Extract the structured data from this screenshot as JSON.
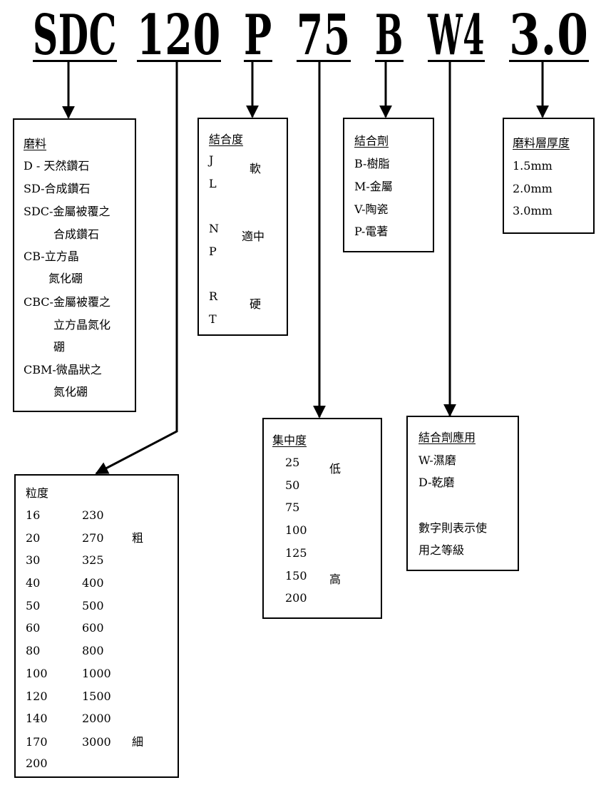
{
  "code_segments": [
    "SDC",
    "120",
    "P",
    "75",
    "B",
    "W4",
    "3.0"
  ],
  "abrasive": {
    "title": "磨料",
    "items": [
      "D - 天然鑽石",
      "SD-合成鑽石",
      "SDC-金屬被覆之",
      "合成鑽石",
      "CB-立方晶",
      "氮化硼",
      "CBC-金屬被覆之",
      "立方晶氮化",
      "硼",
      "CBM-微晶狀之",
      "氮化硼"
    ]
  },
  "grade": {
    "title": "結合度",
    "letters": [
      "J",
      "L",
      "N",
      "P",
      "R",
      "T"
    ],
    "soft": "軟",
    "medium": "適中",
    "hard": "硬"
  },
  "bond": {
    "title": "結合劑",
    "items": [
      "B-樹脂",
      "M-金屬",
      "V-陶瓷",
      "P-電著"
    ]
  },
  "thickness": {
    "title": "磨料層厚度",
    "items": [
      "1.5mm",
      "2.0mm",
      "3.0mm"
    ]
  },
  "grit": {
    "title": "粒度",
    "col1": [
      "16",
      "20",
      "30",
      "40",
      "50",
      "60",
      "80",
      "100",
      "120",
      "140",
      "170",
      "200"
    ],
    "col2": [
      "230",
      "270",
      "325",
      "400",
      "500",
      "600",
      "800",
      "1000",
      "1500",
      "2000",
      "3000"
    ],
    "coarse": "粗",
    "fine": "細"
  },
  "concentration": {
    "title": "集中度",
    "values": [
      "25",
      "50",
      "75",
      "100",
      "125",
      "150",
      "200"
    ],
    "low": "低",
    "high": "高"
  },
  "application": {
    "title": "結合劑應用",
    "items": [
      "W-濕磨",
      "D-乾磨"
    ],
    "note_line1": "數字則表示使",
    "note_line2": "用之等級"
  }
}
